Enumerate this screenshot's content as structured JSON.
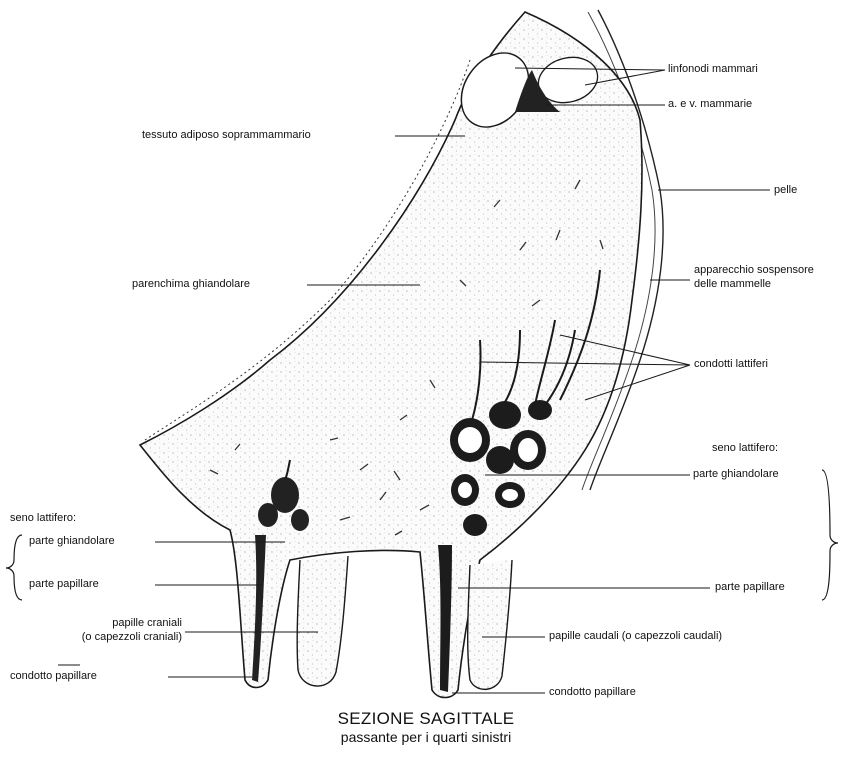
{
  "labels": {
    "linfonodi": "linfonodi mammari",
    "arterie": "a. e v. mammarie",
    "tessuto": "tessuto adiposo soprammammario",
    "pelle": "pelle",
    "parenchima": "parenchima ghiandolare",
    "apparecchio_1": "apparecchio sospensore",
    "apparecchio_2": "delle mammelle",
    "condotti_lattiferi": "condotti lattiferi",
    "seno_left": "seno lattifero:",
    "seno_right": "seno lattifero:",
    "parte_ghiandolare_left": "parte ghiandolare",
    "parte_ghiandolare_right": "parte ghiandolare",
    "parte_papillare_left": "parte papillare",
    "parte_papillare_right": "parte papillare",
    "papille_craniali_1": "papille craniali",
    "papille_craniali_2": "(o capezzoli craniali)",
    "papille_caudali": "papille caudali (o capezzoli caudali)",
    "condotto_papillare_left": "condotto papillare",
    "condotto_papillare_right": "condotto papillare"
  },
  "caption": {
    "title": "SEZIONE SAGITTALE",
    "subtitle": "passante per i quarti sinistri"
  }
}
